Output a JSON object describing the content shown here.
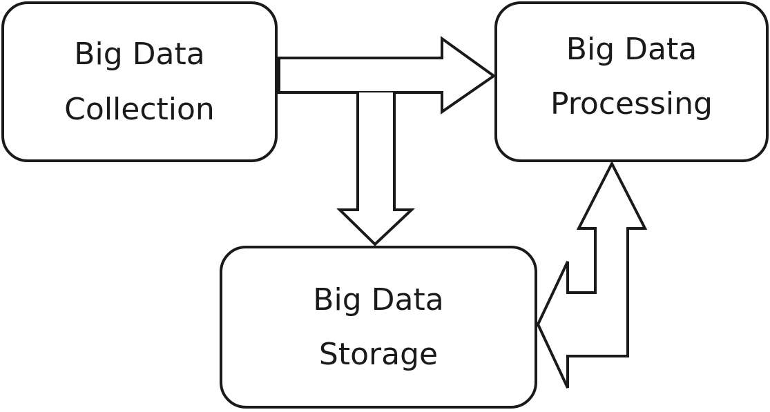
{
  "diagram": {
    "nodes": {
      "collection": {
        "line1": "Big Data",
        "line2": "Collection"
      },
      "processing": {
        "line1": "Big Data",
        "line2": "Processing"
      },
      "storage": {
        "line1": "Big Data",
        "line2": "Storage"
      }
    },
    "edges": [
      {
        "from": "collection",
        "to": "processing",
        "style": "block-arrow"
      },
      {
        "from": "collection",
        "to": "storage",
        "style": "block-arrow"
      },
      {
        "from": "storage",
        "to": "processing",
        "style": "double-headed-bent-block-arrow"
      }
    ],
    "colors": {
      "stroke": "#1a1a1a",
      "fill": "#ffffff",
      "background": "#ffffff"
    }
  }
}
